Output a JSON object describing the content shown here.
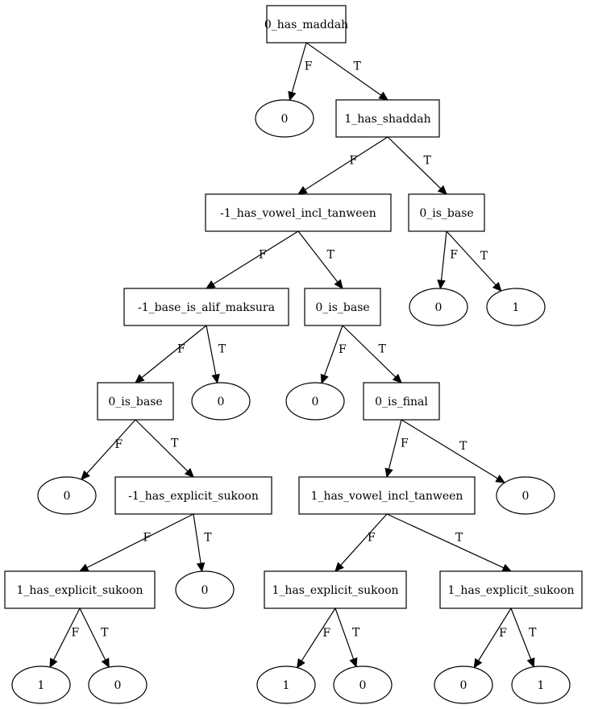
{
  "nodes": [
    {
      "id": "n1",
      "shape": "box",
      "label": "0_has_maddah"
    },
    {
      "id": "n2",
      "shape": "ellipse",
      "label": "0"
    },
    {
      "id": "n3",
      "shape": "box",
      "label": "1_has_shaddah"
    },
    {
      "id": "n4",
      "shape": "box",
      "label": "-1_has_vowel_incl_tanween"
    },
    {
      "id": "n5",
      "shape": "box",
      "label": "0_is_base"
    },
    {
      "id": "n6",
      "shape": "ellipse",
      "label": "0"
    },
    {
      "id": "n7",
      "shape": "ellipse",
      "label": "1"
    },
    {
      "id": "n8",
      "shape": "box",
      "label": "-1_base_is_alif_maksura"
    },
    {
      "id": "n9",
      "shape": "box",
      "label": "0_is_base"
    },
    {
      "id": "n10",
      "shape": "box",
      "label": "0_is_base"
    },
    {
      "id": "n11",
      "shape": "ellipse",
      "label": "0"
    },
    {
      "id": "n12",
      "shape": "ellipse",
      "label": "0"
    },
    {
      "id": "n13",
      "shape": "box",
      "label": "0_is_final"
    },
    {
      "id": "n14",
      "shape": "ellipse",
      "label": "0"
    },
    {
      "id": "n15",
      "shape": "box",
      "label": "-1_has_explicit_sukoon"
    },
    {
      "id": "n16",
      "shape": "box",
      "label": "1_has_vowel_incl_tanween"
    },
    {
      "id": "n17",
      "shape": "ellipse",
      "label": "0"
    },
    {
      "id": "n18",
      "shape": "box",
      "label": "1_has_explicit_sukoon"
    },
    {
      "id": "n19",
      "shape": "ellipse",
      "label": "0"
    },
    {
      "id": "n20",
      "shape": "box",
      "label": "1_has_explicit_sukoon"
    },
    {
      "id": "n21",
      "shape": "box",
      "label": "1_has_explicit_sukoon"
    },
    {
      "id": "n22",
      "shape": "ellipse",
      "label": "1"
    },
    {
      "id": "n23",
      "shape": "ellipse",
      "label": "0"
    },
    {
      "id": "n24",
      "shape": "ellipse",
      "label": "1"
    },
    {
      "id": "n25",
      "shape": "ellipse",
      "label": "0"
    },
    {
      "id": "n26",
      "shape": "ellipse",
      "label": "0"
    },
    {
      "id": "n27",
      "shape": "ellipse",
      "label": "1"
    }
  ],
  "edges": [
    {
      "from": "n1",
      "to": "n2",
      "label": "F"
    },
    {
      "from": "n1",
      "to": "n3",
      "label": "T"
    },
    {
      "from": "n3",
      "to": "n4",
      "label": "F"
    },
    {
      "from": "n3",
      "to": "n5",
      "label": "T"
    },
    {
      "from": "n5",
      "to": "n6",
      "label": "F"
    },
    {
      "from": "n5",
      "to": "n7",
      "label": "T"
    },
    {
      "from": "n4",
      "to": "n8",
      "label": "F"
    },
    {
      "from": "n4",
      "to": "n9",
      "label": "T"
    },
    {
      "from": "n8",
      "to": "n10",
      "label": "F"
    },
    {
      "from": "n8",
      "to": "n11",
      "label": "T"
    },
    {
      "from": "n9",
      "to": "n12",
      "label": "F"
    },
    {
      "from": "n9",
      "to": "n13",
      "label": "T"
    },
    {
      "from": "n10",
      "to": "n14",
      "label": "F"
    },
    {
      "from": "n10",
      "to": "n15",
      "label": "T"
    },
    {
      "from": "n13",
      "to": "n16",
      "label": "F"
    },
    {
      "from": "n13",
      "to": "n17",
      "label": "T"
    },
    {
      "from": "n15",
      "to": "n18",
      "label": "F"
    },
    {
      "from": "n15",
      "to": "n19",
      "label": "T"
    },
    {
      "from": "n16",
      "to": "n20",
      "label": "F"
    },
    {
      "from": "n16",
      "to": "n21",
      "label": "T"
    },
    {
      "from": "n18",
      "to": "n22",
      "label": "F"
    },
    {
      "from": "n18",
      "to": "n23",
      "label": "T"
    },
    {
      "from": "n20",
      "to": "n24",
      "label": "F"
    },
    {
      "from": "n20",
      "to": "n25",
      "label": "T"
    },
    {
      "from": "n21",
      "to": "n26",
      "label": "F"
    },
    {
      "from": "n21",
      "to": "n27",
      "label": "T"
    }
  ]
}
